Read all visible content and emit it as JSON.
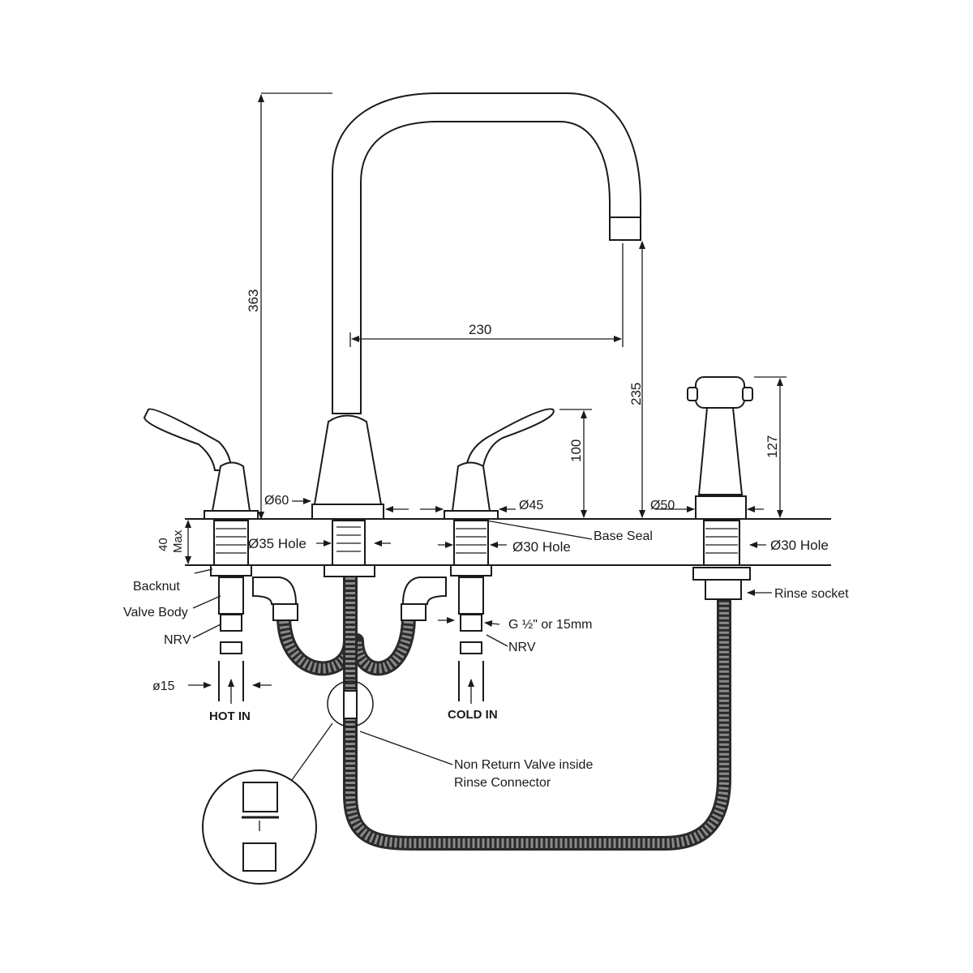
{
  "dimensions": {
    "spout_height": "363",
    "spout_reach": "230",
    "spout_outlet_height": "235",
    "handle_height": "100",
    "rinse_height": "127",
    "deck_thickness": "40",
    "deck_thickness_note": "Max",
    "spout_base_dia": "Ø60",
    "handle_base_dia": "Ø45",
    "rinse_base_dia": "Ø50",
    "inlet_dia": "ø15"
  },
  "holes": {
    "spout": "Ø35 Hole",
    "valve": "Ø30 Hole",
    "rinse": "Ø30 Hole"
  },
  "labels": {
    "backnut": "Backnut",
    "valve_body": "Valve Body",
    "nrv_left": "NRV",
    "nrv_right": "NRV",
    "base_seal": "Base Seal",
    "rinse_socket": "Rinse socket",
    "thread": "G ½\" or 15mm",
    "hot_in": "HOT IN",
    "cold_in": "COLD IN",
    "nrv_note_line1": "Non Return Valve inside",
    "nrv_note_line2": "Rinse Connector"
  },
  "colors": {
    "ink": "#1a1a1a",
    "seal_ring": "#e02020"
  }
}
